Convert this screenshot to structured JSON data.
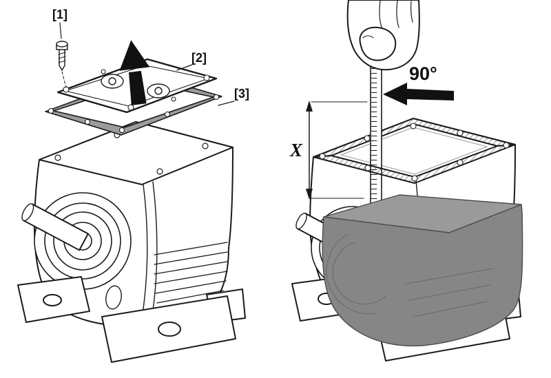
{
  "diagram": {
    "left_figure": {
      "label_screw": "[1]",
      "label_cover": "[2]",
      "label_gasket": "[3]"
    },
    "right_figure": {
      "angle_label": "90°",
      "dimension_label": "X"
    },
    "colors": {
      "line": "#1a1a1a",
      "gasket_fill": "#9c9c9c",
      "oil_top_fill": "#9a9a9a",
      "oil_front_fill": "#868686",
      "arrow_fill": "#111111",
      "background": "#ffffff"
    }
  }
}
